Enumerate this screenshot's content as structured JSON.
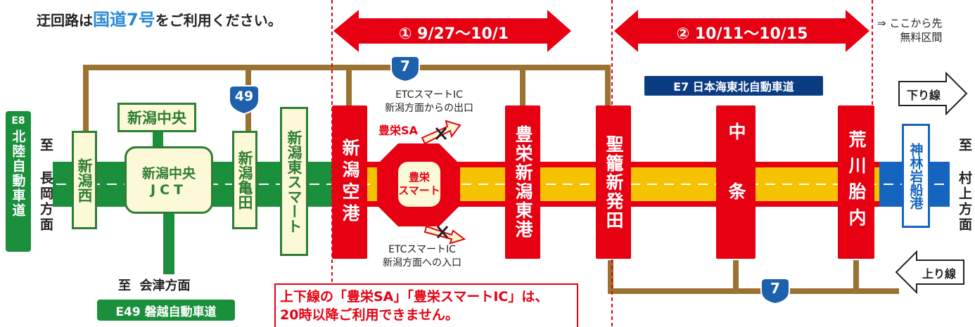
{
  "headline": {
    "prefix": "迂回路は",
    "highlight": "国道7号",
    "suffix": "をご利用ください。"
  },
  "periods": [
    {
      "label": "① 9/27～10/1"
    },
    {
      "label": "② 10/11～10/15"
    }
  ],
  "free_section_note": {
    "line1": "⇒ ここから先",
    "line2": "無料区間"
  },
  "route_shields": {
    "national_7_top": "7",
    "national_49": "49",
    "national_7_bottom": "7"
  },
  "expressways": {
    "e8": {
      "code": "E8",
      "name": "北陸自動車道"
    },
    "e7": "E7 日本海東北自動車道",
    "e49": "E49 磐越自動車道"
  },
  "destinations": {
    "west": "至 長岡方面",
    "east": "至 村上方面",
    "south": "至  会津方面"
  },
  "directions": {
    "down": "下り線",
    "up": "上り線"
  },
  "interchanges": {
    "niigata_nishi": "新潟西",
    "niigata_chuo": "新潟中央",
    "niigata_chuo_jct": {
      "line1": "新潟中央",
      "line2": "JCT"
    },
    "niigata_kameda": "新潟亀田",
    "niigata_higashi_smart": "新潟東スマート",
    "niigata_kuko": "新潟空港",
    "hoei_niigata_higashiko": "豊栄新潟東港",
    "seiro_shibata": "聖籠新発田",
    "nakajo": "中条",
    "arakawa_tainai": "荒川胎内",
    "kamibayashi_iwafune": "神林岩船港"
  },
  "hoei": {
    "sa": "豊栄SA",
    "smart": {
      "line1": "豊栄",
      "line2": "スマート"
    },
    "exit_note": {
      "line1": "ETCスマートIC",
      "line2": "新潟方面からの出口"
    },
    "entry_note": {
      "line1": "ETCスマートIC",
      "line2": "新潟方面への入口"
    }
  },
  "notice": {
    "line1": "上下線の「豊栄SA」「豊栄スマートIC」は、",
    "line2": "20時以降ご利用できません。"
  },
  "colors": {
    "closed": "#e60012",
    "open_green": "#1a8f3c",
    "free_blue": "#1565c0",
    "road_brown": "#9a7232",
    "closed_fill": "#f5c200",
    "shield_blue": "#1d61ad"
  }
}
